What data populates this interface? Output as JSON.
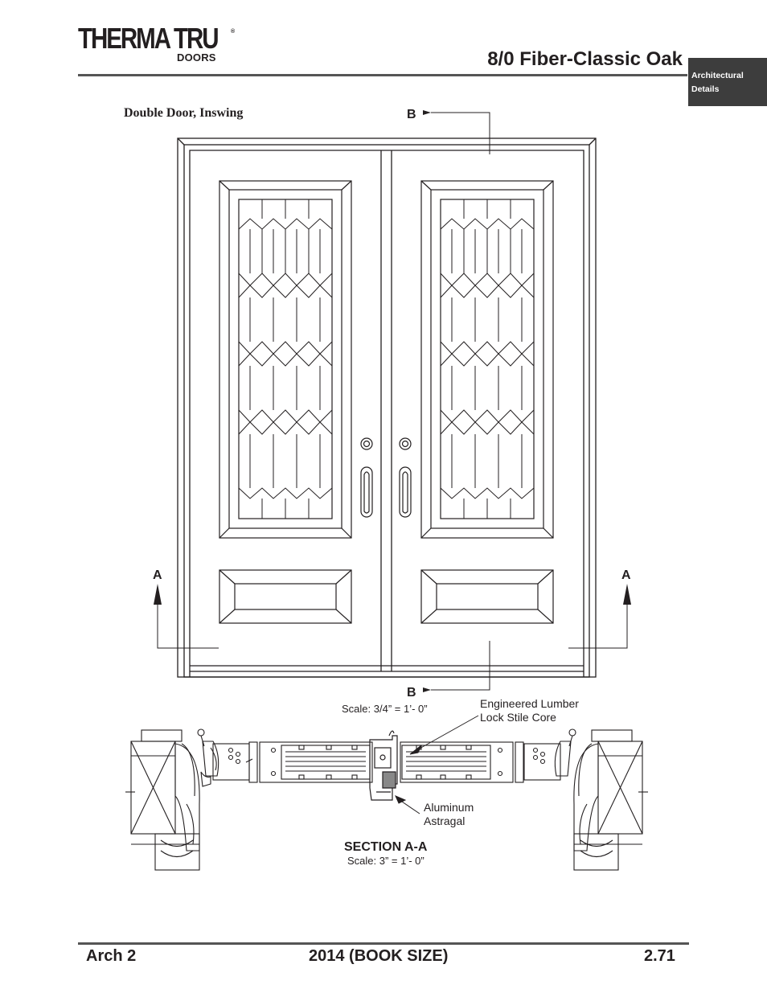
{
  "header": {
    "brand_name": "THERMA TRU",
    "brand_reg": "®",
    "brand_sub": "DOORS",
    "title": "8/0 Fiber-Classic Oak",
    "tab_line1": "Architectural",
    "tab_line2": "Details"
  },
  "drawing": {
    "subtitle": "Double Door, Inswing",
    "section_mark_a_left": "A",
    "section_mark_a_right": "A",
    "section_mark_b_top": "B",
    "section_mark_b_bottom": "B",
    "elevation_scale": "Scale:  3/4” = 1’- 0”",
    "callout_core_line1": "Engineered Lumber",
    "callout_core_line2": "Lock Stile Core",
    "callout_astragal_line1": "Aluminum",
    "callout_astragal_line2": "Astragal",
    "section_title": "SECTION A-A",
    "section_scale": "Scale:  3” = 1’- 0”"
  },
  "footer": {
    "left": "Arch 2",
    "center": "2014 (BOOK SIZE)",
    "right": "2.71"
  },
  "colors": {
    "ink": "#231f20",
    "rule": "#555555",
    "tab_bg": "#3d3d3d"
  }
}
